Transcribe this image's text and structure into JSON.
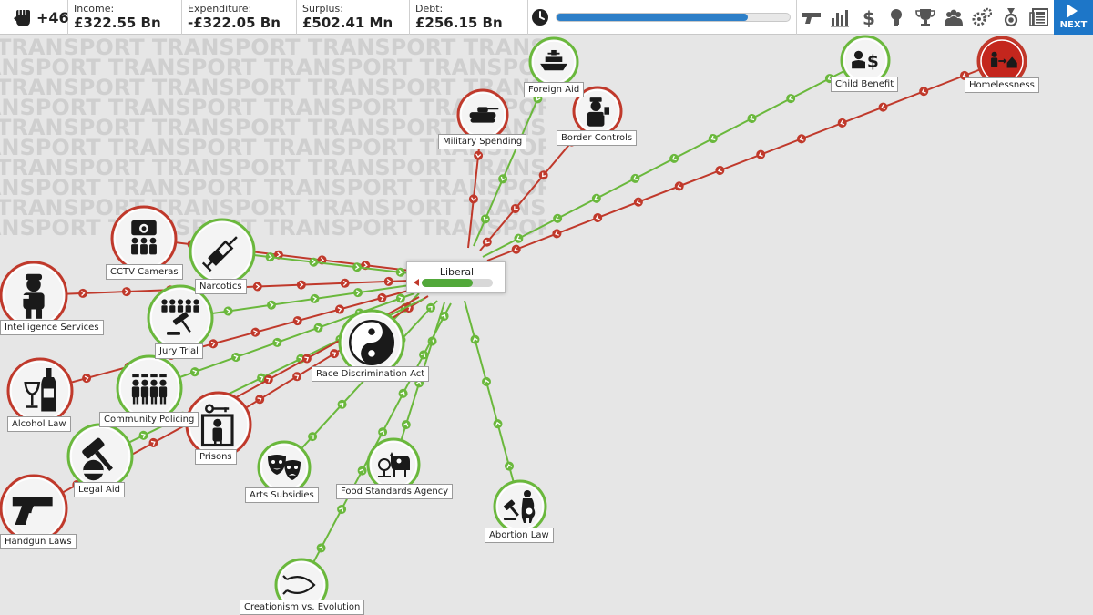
{
  "topbar": {
    "supporters": "+46",
    "stats": [
      {
        "label": "Income:",
        "value": "£322.55 Bn"
      },
      {
        "label": "Expenditure:",
        "value": "-£322.05 Bn"
      },
      {
        "label": "Surplus:",
        "value": "£502.41 Mn"
      },
      {
        "label": "Debt:",
        "value": "£256.15 Bn"
      }
    ],
    "turn_progress": 0.82,
    "toolbar": [
      "gun-icon",
      "bar-chart-icon",
      "dollar-icon",
      "lightbulb-icon",
      "trophy-icon",
      "people-icon",
      "gears-icon",
      "medal-icon",
      "newspaper-icon"
    ],
    "next_label": "NEXT"
  },
  "watermark_word": "TRANSPORT",
  "center": {
    "label": "Liberal",
    "level": 0.72
  },
  "colors": {
    "positive": "#6ab83c",
    "negative": "#c0392b",
    "accent": "#1d76c8"
  },
  "nodes": [
    {
      "id": "foreign-aid",
      "label": "Foreign Aid",
      "effect": "positive",
      "icon": "ship-icon"
    },
    {
      "id": "military-spending",
      "label": "Military Spending",
      "effect": "negative",
      "icon": "tank-icon"
    },
    {
      "id": "border-controls",
      "label": "Border Controls",
      "effect": "negative",
      "icon": "officer-icon"
    },
    {
      "id": "child-benefit",
      "label": "Child Benefit",
      "effect": "positive",
      "icon": "child-benefit-icon"
    },
    {
      "id": "homelessness",
      "label": "Homelessness",
      "effect": "negative",
      "icon": "homeless-icon"
    },
    {
      "id": "cctv-cameras",
      "label": "CCTV Cameras",
      "effect": "negative",
      "icon": "camera-icon"
    },
    {
      "id": "narcotics",
      "label": "Narcotics",
      "effect": "positive",
      "icon": "syringe-icon"
    },
    {
      "id": "intelligence-services",
      "label": "Intelligence Services",
      "effect": "negative",
      "icon": "spy-icon"
    },
    {
      "id": "jury-trial",
      "label": "Jury Trial",
      "effect": "positive",
      "icon": "jury-icon"
    },
    {
      "id": "race-discrimination-act",
      "label": "Race Discrimination Act",
      "effect": "positive",
      "icon": "yin-yang-icon"
    },
    {
      "id": "alcohol-law",
      "label": "Alcohol Law",
      "effect": "negative",
      "icon": "bottle-icon"
    },
    {
      "id": "community-policing",
      "label": "Community Policing",
      "effect": "positive",
      "icon": "police-icon"
    },
    {
      "id": "prisons",
      "label": "Prisons",
      "effect": "negative",
      "icon": "prison-icon"
    },
    {
      "id": "legal-aid",
      "label": "Legal Aid",
      "effect": "positive",
      "icon": "gavel-icon"
    },
    {
      "id": "arts-subsidies",
      "label": "Arts Subsidies",
      "effect": "positive",
      "icon": "masks-icon"
    },
    {
      "id": "food-standards-agency",
      "label": "Food Standards Agency",
      "effect": "positive",
      "icon": "cow-icon"
    },
    {
      "id": "abortion-law",
      "label": "Abortion Law",
      "effect": "positive",
      "icon": "abortion-icon"
    },
    {
      "id": "handgun-laws",
      "label": "Handgun Laws",
      "effect": "negative",
      "icon": "pistol-icon"
    },
    {
      "id": "creationism-vs-evolution",
      "label": "Creationism vs. Evolution",
      "effect": "positive",
      "icon": "fish-icon"
    }
  ]
}
